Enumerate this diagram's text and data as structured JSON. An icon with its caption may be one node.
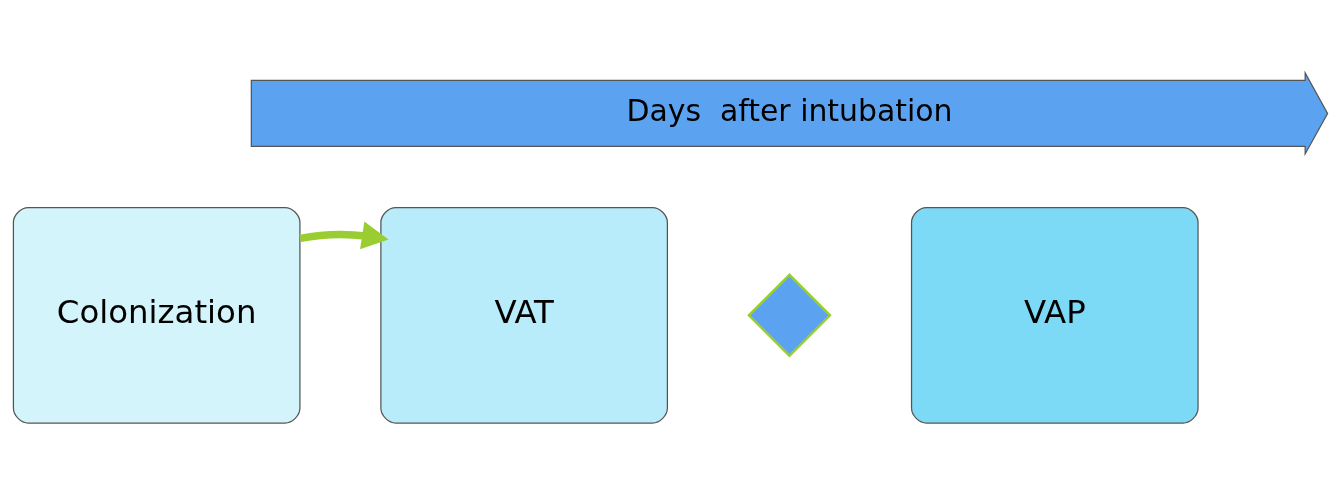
{
  "diagram": {
    "nodes": [
      {
        "text": [
          "Days  after intubation"
        ]
      },
      {
        "text": [
          "Colonization"
        ]
      },
      {
        "text": [
          "VAT"
        ]
      },
      {
        "text": [],
        "shape": "cross"
      },
      {
        "text": [
          "VAP"
        ]
      }
    ],
    "edges": [
      {
        "from": 1,
        "to": 2,
        "arrow": "to"
      }
    ]
  }
}
